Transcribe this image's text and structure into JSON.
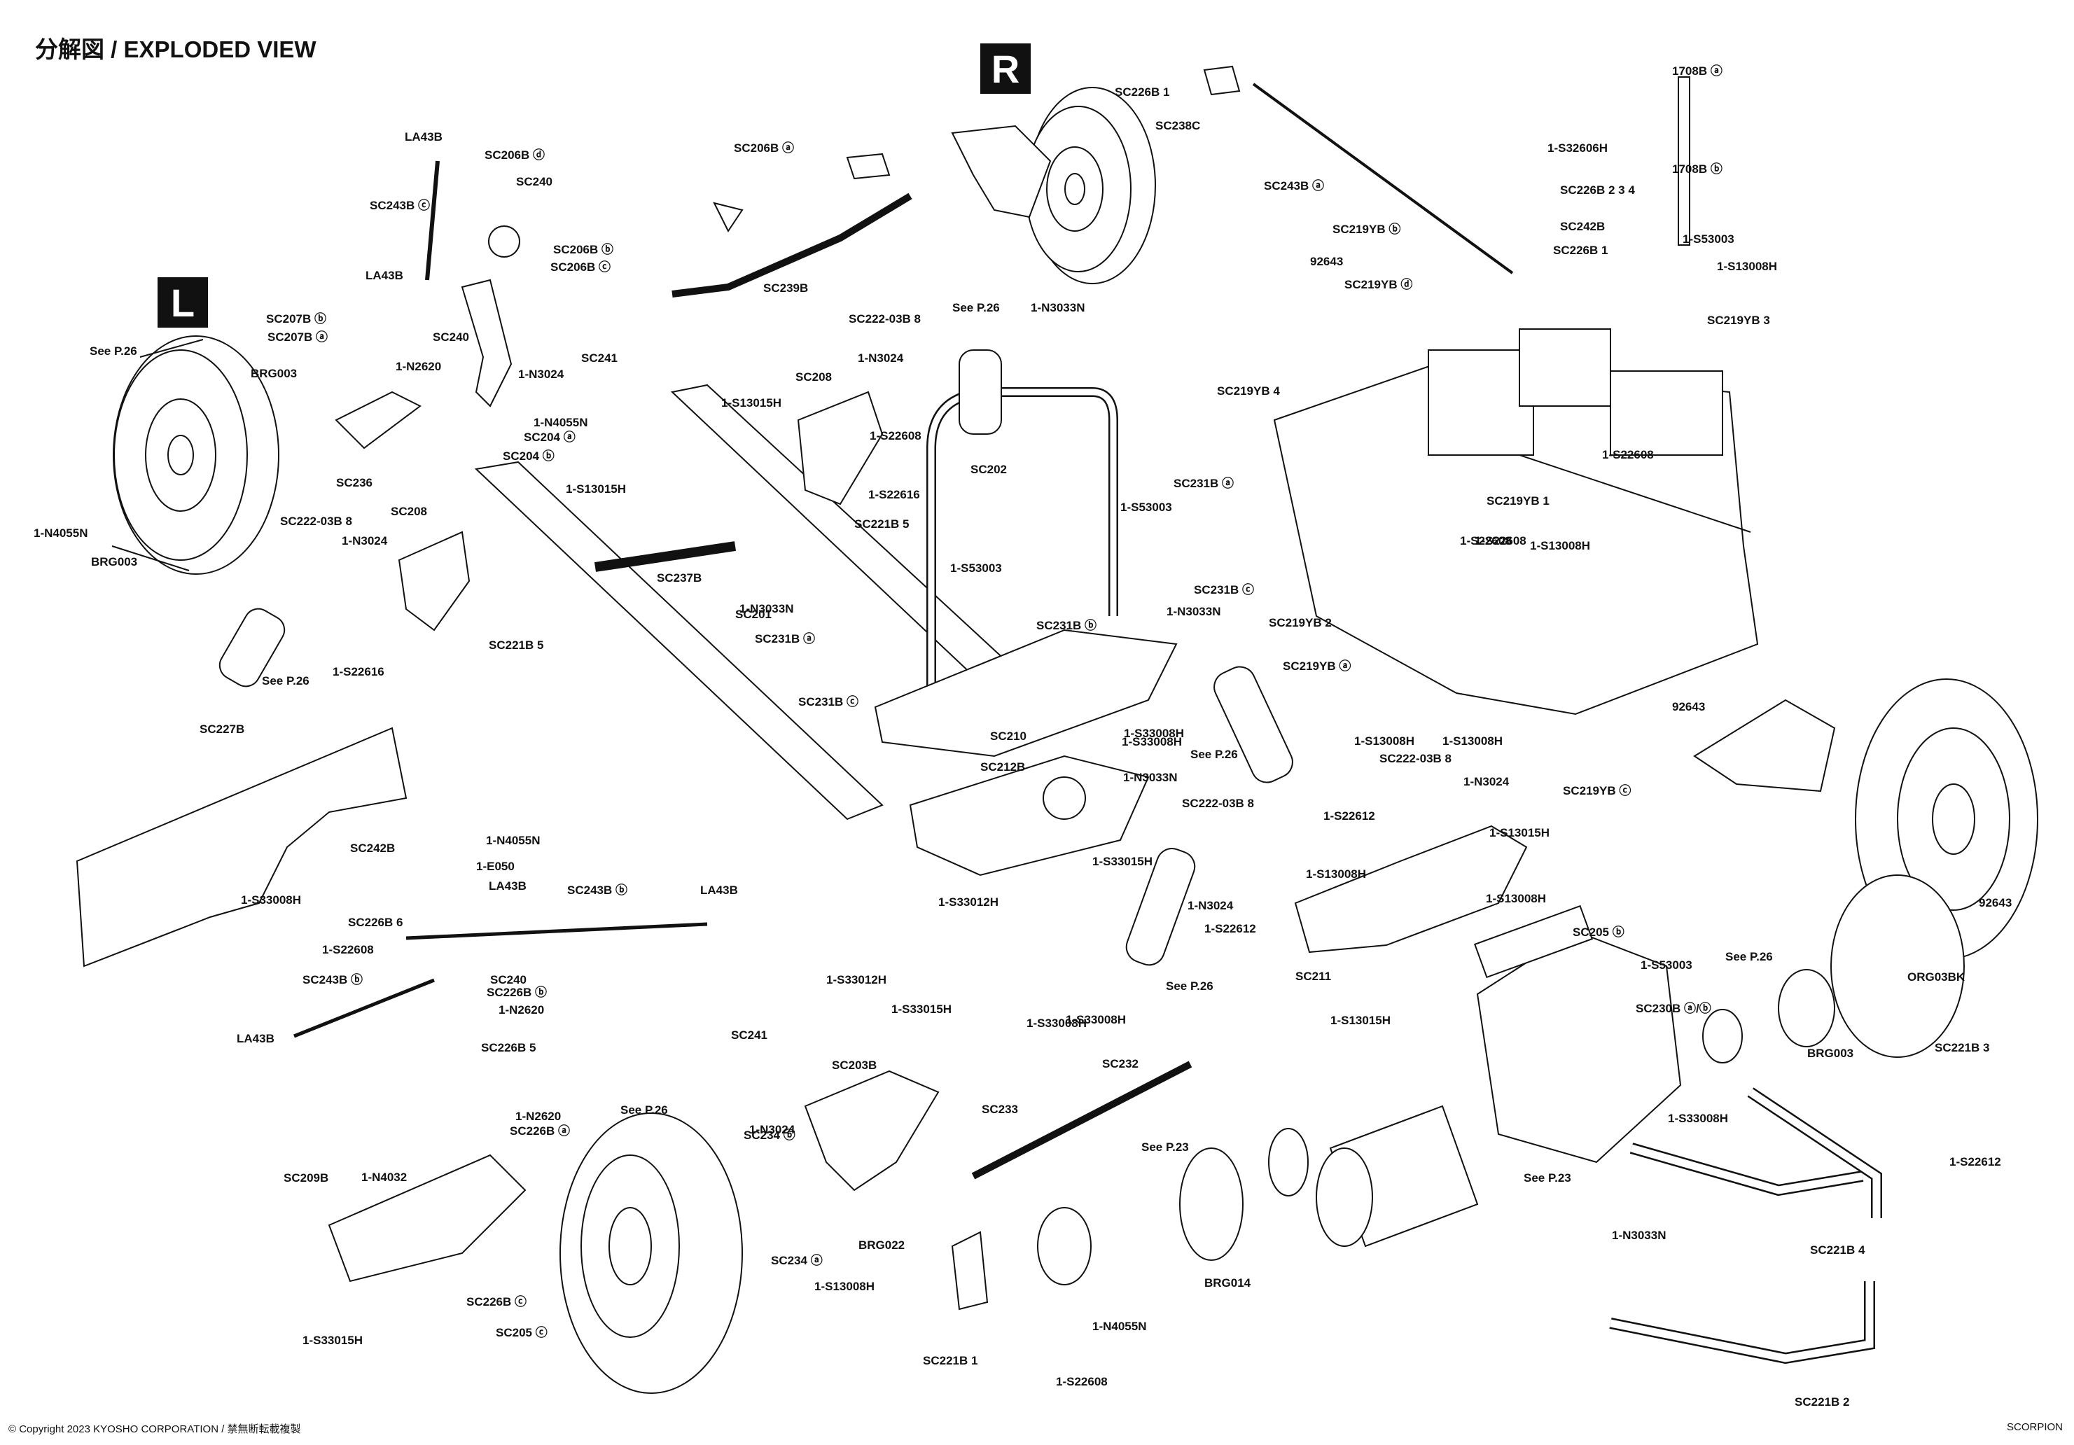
{
  "page": {
    "title": "分解図 / EXPLODED VIEW",
    "copyright": "© Copyright 2023 KYOSHO CORPORATION / 禁無断転載複製",
    "model": "SCORPION",
    "side_left": "L",
    "side_right": "R"
  },
  "labels": [
    "LA43B",
    "SC206B ⓓ",
    "SC240",
    "SC243B ⓒ",
    "SC206B ⓑ",
    "SC206B ⓒ",
    "LA43B",
    "SC207B ⓑ",
    "SC207B ⓐ",
    "SC240",
    "See P.26",
    "1-N2620",
    "SC241",
    "1-N3024",
    "BRG003",
    "1-N4055N",
    "SC204 ⓐ",
    "SC204 ⓑ",
    "SC236",
    "1-N4055N",
    "BRG003",
    "SC206B ⓐ",
    "SC239B",
    "SC226B 1",
    "SC238C",
    "SC243B ⓐ",
    "1708B ⓐ",
    "1-S32606H",
    "1708B ⓑ",
    "SC226B 2 3 4",
    "SC242B",
    "SC219YB ⓑ",
    "92643",
    "SC226B 1",
    "1-S53003",
    "1-S13008H",
    "SC219YB ⓓ",
    "SC219YB 3",
    "SC222-03B 8",
    "See P.26",
    "1-N3033N",
    "1-N3024",
    "1-S13015H",
    "SC208",
    "1-S22608",
    "1-S22616",
    "SC202",
    "SC221B 5",
    "SC219YB 4",
    "1-S22608",
    "SC222-03B 8",
    "1-N3024",
    "SC208",
    "1-S13015H",
    "SC231B ⓐ",
    "1-S53003",
    "SC219YB 1",
    "1-S22608",
    "1-S13008H",
    "SC237B",
    "1-N3033N",
    "1-S53003",
    "SC231B ⓒ",
    "1-S22608",
    "SC221B 5",
    "1-N3033N",
    "SC201",
    "SC231B ⓑ",
    "SC219YB 2",
    "1-S22616",
    "See P.26",
    "SC231B ⓐ",
    "SC219YB ⓐ",
    "SC231B ⓒ",
    "SC210",
    "1-S33008H",
    "92643",
    "1-S13008H",
    "1-S13008H",
    "See P.26",
    "SC222-03B 8",
    "SC227B",
    "1-S33008H",
    "SC212B",
    "1-N3033N",
    "1-N3024",
    "SC219YB ⓒ",
    "SC222-03B 8",
    "1-S22612",
    "1-S13015H",
    "1-N4055N",
    "SC242B",
    "1-E050",
    "1-S33015H",
    "1-S13008H",
    "LA43B",
    "SC243B ⓑ",
    "LA43B",
    "1-S33008H",
    "SC226B 6",
    "1-S33012H",
    "1-N3024",
    "1-S22612",
    "1-S13008H",
    "92643",
    "1-S22608",
    "SC205 ⓑ",
    "SC240",
    "SC226B ⓑ",
    "1-S53003",
    "See P.26",
    "SC243B ⓑ",
    "1-N2620",
    "SC211",
    "See P.26",
    "ORG03BK",
    "1-S33012H",
    "1-S33015H",
    "SC230B ⓐ/ⓑ",
    "LA43B",
    "SC226B 5",
    "1-S33008H",
    "1-S33008H",
    "1-S13015H",
    "BRG003",
    "SC221B 3",
    "SC241",
    "SC203B",
    "SC232",
    "1-N2620",
    "1-S33008H",
    "SC226B ⓐ",
    "1-N3024",
    "See P.26",
    "SC233",
    "SC234 ⓑ",
    "See P.23",
    "SC209B",
    "1-N4032",
    "See P.23",
    "1-S22612",
    "BRG022",
    "SC234 ⓐ",
    "1-N3033N",
    "SC221B 4",
    "BRG014",
    "SC226B ⓒ",
    "1-S13008H",
    "1-N4055N",
    "SC205 ⓒ",
    "1-S33015H",
    "SC221B 1",
    "1-S22608",
    "SC221B 2"
  ],
  "colors": {
    "ink": "#111111",
    "paper": "#ffffff",
    "shade": "#d9d9d9"
  }
}
